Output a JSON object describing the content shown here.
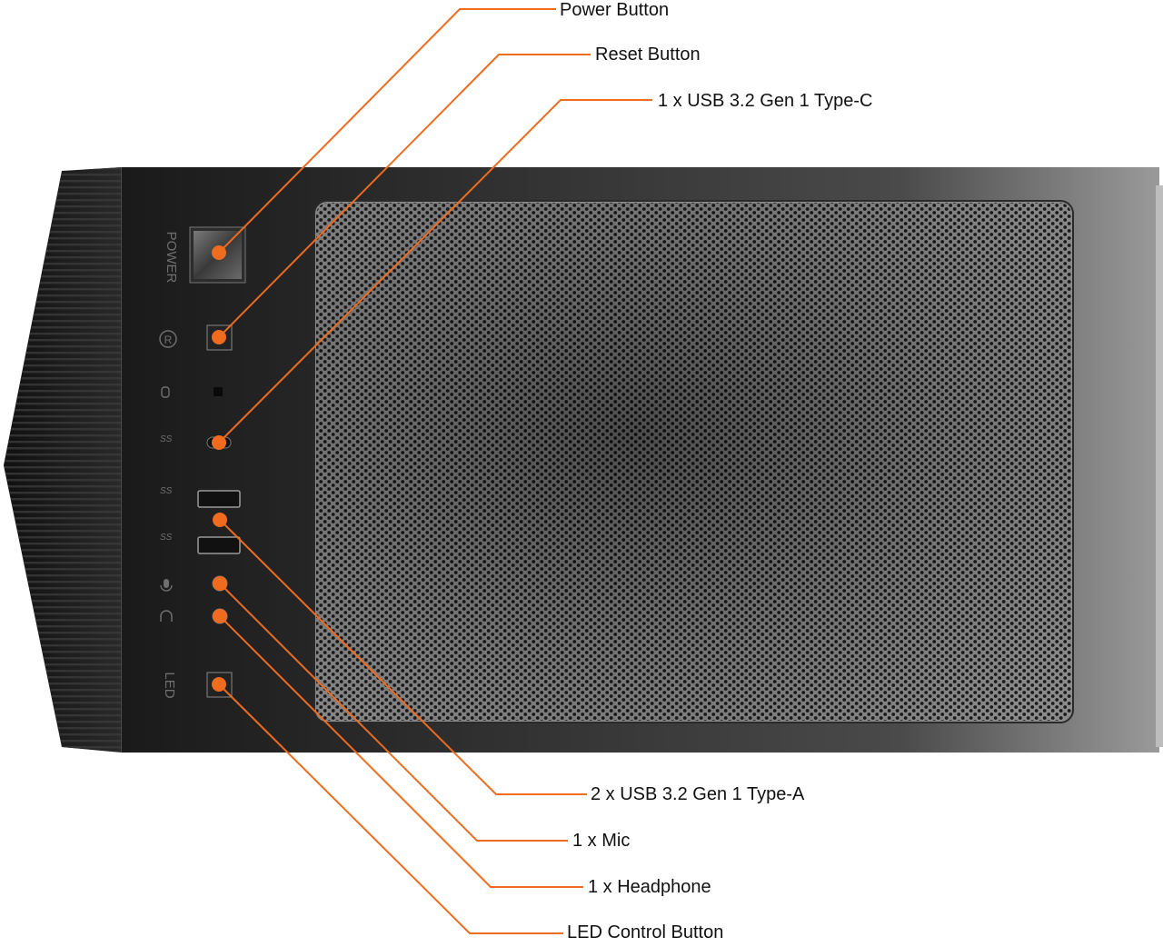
{
  "callouts": {
    "power_button": "Power Button",
    "reset_button": "Reset Button",
    "usb_type_c": "1 x USB 3.2 Gen 1 Type-C",
    "usb_type_a": "2 x USB 3.2 Gen 1 Type-A",
    "mic": "1 x Mic",
    "headphone": "1 x Headphone",
    "led_button": "LED Control Button"
  },
  "panel": {
    "power_text": "POWER",
    "led_text": "LED",
    "reset_symbol": "R",
    "ss_symbol": "SS"
  },
  "colors": {
    "accent": "#ef6c1f",
    "case_dark": "#1e1e1e",
    "mesh": "#8a8a8a",
    "label_text": "#111111"
  }
}
